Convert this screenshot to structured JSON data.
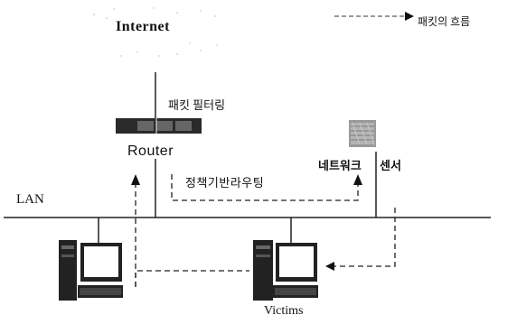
{
  "labels": {
    "internet": "Internet",
    "legend": "패킷의 흐름",
    "packet_filtering": "패킷 필터링",
    "router": "Router",
    "policy_routing": "정책기반라우팅",
    "network": "네트워크",
    "sensor": "센서",
    "lan": "LAN",
    "victims": "Victims"
  },
  "icons": [
    "cloud-icon",
    "router-icon",
    "sensor-icon",
    "computer-icon",
    "arrow-icon"
  ],
  "colors": {
    "ink": "#111111",
    "router_body": "#2a2a2a",
    "sensor_fill": "#9a9a9a"
  }
}
